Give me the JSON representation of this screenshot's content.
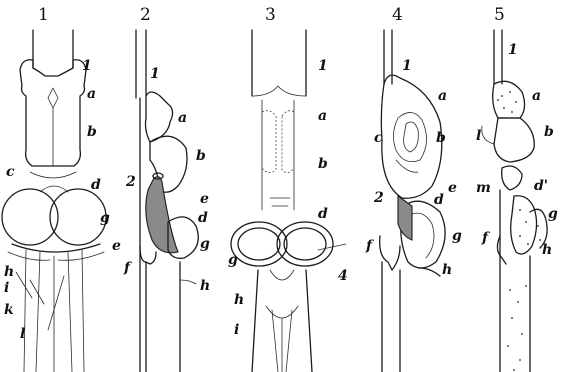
{
  "figures": [
    {
      "number": "1",
      "labels": [
        "1",
        "a",
        "b",
        "c",
        "d",
        "g",
        "e",
        "h",
        "i",
        "k",
        "l"
      ]
    },
    {
      "number": "2",
      "labels": [
        "1",
        "a",
        "b",
        "2",
        "e",
        "d",
        "g",
        "f",
        "h"
      ]
    },
    {
      "number": "3",
      "labels": [
        "1",
        "a",
        "b",
        "d",
        "g",
        "4",
        "h",
        "i"
      ]
    },
    {
      "number": "4",
      "labels": [
        "1",
        "a",
        "c",
        "b",
        "e",
        "d",
        "2",
        "g",
        "f",
        "h"
      ]
    },
    {
      "number": "5",
      "labels": [
        "1",
        "a",
        "l",
        "b",
        "m",
        "d'",
        "g",
        "f",
        "h"
      ]
    }
  ],
  "colors": {
    "ink": "#1c1c1c",
    "shade": "#8a8a8a",
    "background": "#ffffff"
  }
}
